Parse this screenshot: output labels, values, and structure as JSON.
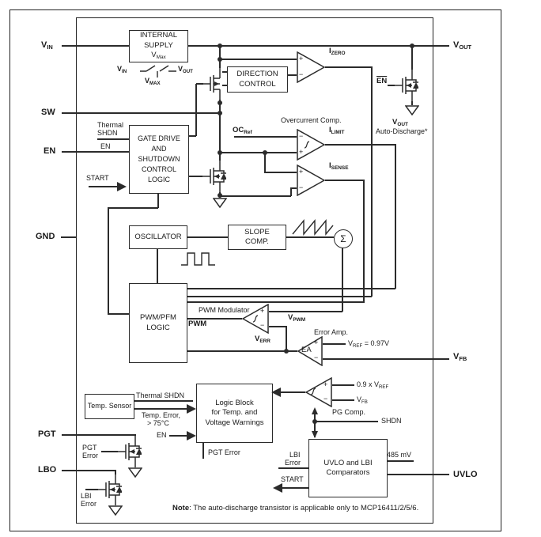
{
  "colors": {
    "line": "#2b2b2b",
    "text": "#1a1a1a",
    "bg": "#ffffff"
  },
  "pins": {
    "vin": {
      "base": "V",
      "sub": "IN"
    },
    "sw": {
      "label": "SW"
    },
    "en": {
      "label": "EN"
    },
    "gnd": {
      "label": "GND"
    },
    "pgt": {
      "label": "PGT"
    },
    "lbo": {
      "label": "LBO"
    },
    "vout": {
      "base": "V",
      "sub": "OUT"
    },
    "vfb": {
      "base": "V",
      "sub": "FB"
    },
    "uvlo": {
      "label": "UVLO"
    }
  },
  "blocks": {
    "internal_supply": {
      "line1": "INTERNAL",
      "line2": "SUPPLY",
      "vbase": "V",
      "vsub": "Max"
    },
    "direction_control": {
      "line1": "DIRECTION",
      "line2": "CONTROL"
    },
    "gate_drive": {
      "line1": "GATE DRIVE",
      "line2": "AND",
      "line3": "SHUTDOWN",
      "line4": "CONTROL",
      "line5": "LOGIC"
    },
    "oscillator": {
      "label": "OSCILLATOR"
    },
    "slope_comp": {
      "line1": "SLOPE",
      "line2": "COMP."
    },
    "pwm_pfm": {
      "line1": "PWM/PFM",
      "line2": "LOGIC"
    },
    "temp_sensor": {
      "label": "Temp. Sensor"
    },
    "logic_block": {
      "line1": "Logic Block",
      "line2": "for Temp. and",
      "line3": "Voltage Warnings"
    },
    "uvlo_lbi": {
      "line1": "UVLO and LBI",
      "line2": "Comparators"
    }
  },
  "signals": {
    "thermal1": {
      "line1": "Thermal",
      "line2": "SHDN"
    },
    "en_gate": "EN",
    "start_gate": "START",
    "sw_vin": {
      "base": "V",
      "sub": "IN"
    },
    "sw_vout": {
      "base": "V",
      "sub": "OUT"
    },
    "sw_vmax": {
      "base": "V",
      "sub": "MAX"
    },
    "izero": {
      "base": "I",
      "sub": "ZERO"
    },
    "overcurrent": "Overcurrent Comp.",
    "ocref": {
      "base": "OC",
      "sub": "Ref"
    },
    "ilimit": {
      "base": "I",
      "sub": "LIMIT"
    },
    "isense": {
      "base": "I",
      "sub": "SENSE"
    },
    "en_bar": "EN",
    "vout_ad": {
      "base": "V",
      "sub": "OUT",
      "line2": "Auto-Discharge*"
    },
    "pwm_modulator": "PWM Modulator",
    "pwm": "PWM",
    "vpwm": {
      "base": "V",
      "sub": "PWM"
    },
    "verr": {
      "base": "V",
      "sub": "ERR"
    },
    "error_amp": "Error Amp.",
    "ea": "EA",
    "vref": {
      "base": "V",
      "sub": "REF",
      "rest": " = 0.97V"
    },
    "ninety": {
      "base": "0.9 x V",
      "sub": "REF"
    },
    "vfb2": {
      "base": "V",
      "sub": "FB"
    },
    "pg_comp": "PG Comp.",
    "shdn": "SHDN",
    "thermal2": "Thermal SHDN",
    "temp_error": {
      "line1": "Temp. Error,",
      "line2": "> 75°C"
    },
    "en_logic": "EN",
    "pgt_error_out": "PGT Error",
    "lbi_error_box": {
      "line1": "LBI",
      "line2": "Error"
    },
    "start_uvlo": "START",
    "mv485": "485 mV",
    "pgt_error_gate": {
      "line1": "PGT",
      "line2": "Error"
    },
    "lbi_error_gate": {
      "line1": "LBI",
      "line2": "Error"
    },
    "sigma": "Σ",
    "plus": "+",
    "minus": "−"
  },
  "note": {
    "bold": "Note",
    "rest": ": The auto-discharge transistor is applicable only to MCP16411/2/5/6."
  }
}
